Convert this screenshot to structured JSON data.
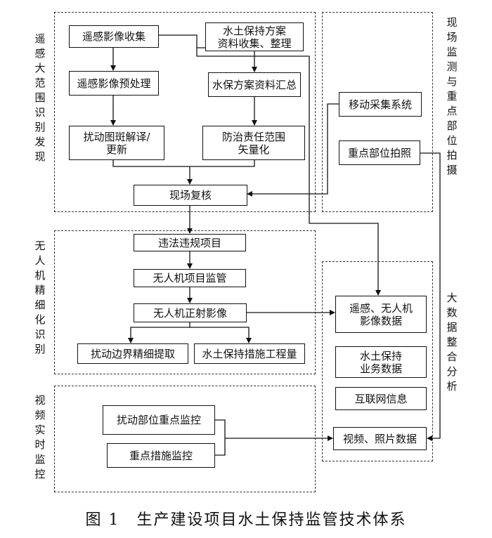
{
  "regions": {
    "remote_sensing": "遥感大范围识别发现",
    "field_monitoring": "现场监测与重点部位拍摄",
    "uav": "无人机精细化识别",
    "video": "视频实时监控",
    "big_data": "大数据整合分析"
  },
  "boxes": {
    "rs_collect": "遥感影像收集",
    "swc_collect": "水土保持方案\n资料收集、整理",
    "rs_preprocess": "遥感影像预处理",
    "swc_summary": "水保方案资料汇总",
    "patch_interpret": "扰动图斑解译/\n更新",
    "scope_vector": "防治责任范围\n矢量化",
    "mobile_system": "移动采集系统",
    "key_photo": "重点部位拍照",
    "field_review": "现场复核",
    "illegal_project": "违法违规项目",
    "uav_supervise": "无人机项目监管",
    "uav_ortho": "无人机正射影像",
    "boundary_extract": "扰动边界精细提取",
    "measure_quantity": "水土保持措施工程量",
    "rs_uav_data": "遥感、无人机\n影像数据",
    "swc_business": "水土保持\n业务数据",
    "internet_info": "互联网信息",
    "video_photo": "视频、照片数据",
    "disturb_monitor": "扰动部位重点监控",
    "measure_monitor": "重点措施监控"
  },
  "caption": "图 1　生产建设项目水土保持监管技术体系"
}
